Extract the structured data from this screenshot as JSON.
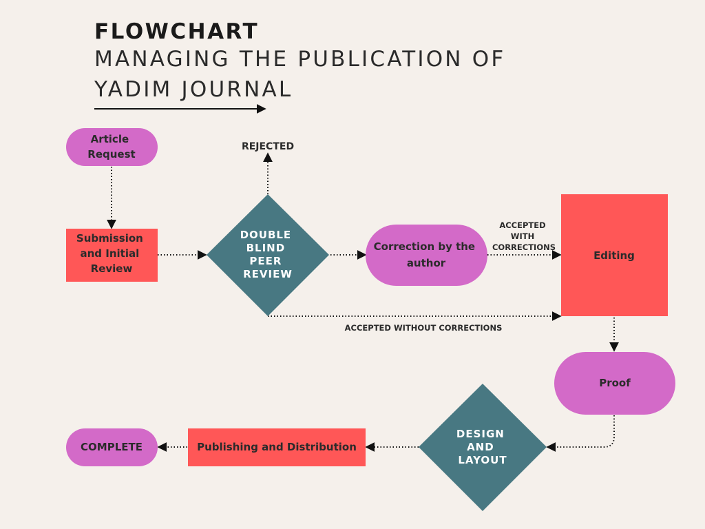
{
  "title": {
    "main": "FLOWCHART",
    "sub": "MANAGING THE PUBLICATION OF YADIM JOURNAL"
  },
  "colors": {
    "background": "#F5F0EB",
    "pill": "#D36AC8",
    "box": "#FF5757",
    "diamond": "#487882"
  },
  "nodes": {
    "article_request": [
      "Article",
      "Request"
    ],
    "submission": [
      "Submission",
      "and Initial",
      "Review"
    ],
    "peer_review": [
      "DOUBLE",
      "BLIND",
      "PEER",
      "REVIEW"
    ],
    "correction": [
      "Correction by the",
      "author"
    ],
    "editing": "Editing",
    "proof": "Proof",
    "design_layout": [
      "DESIGN",
      "AND",
      "LAYOUT"
    ],
    "publishing": "Publishing and Distribution",
    "complete": "COMPLETE"
  },
  "edge_labels": {
    "rejected": "REJECTED",
    "accepted_with": [
      "ACCEPTED",
      "WITH",
      "CORRECTIONS"
    ],
    "accepted_without": "ACCEPTED WITHOUT CORRECTIONS"
  }
}
